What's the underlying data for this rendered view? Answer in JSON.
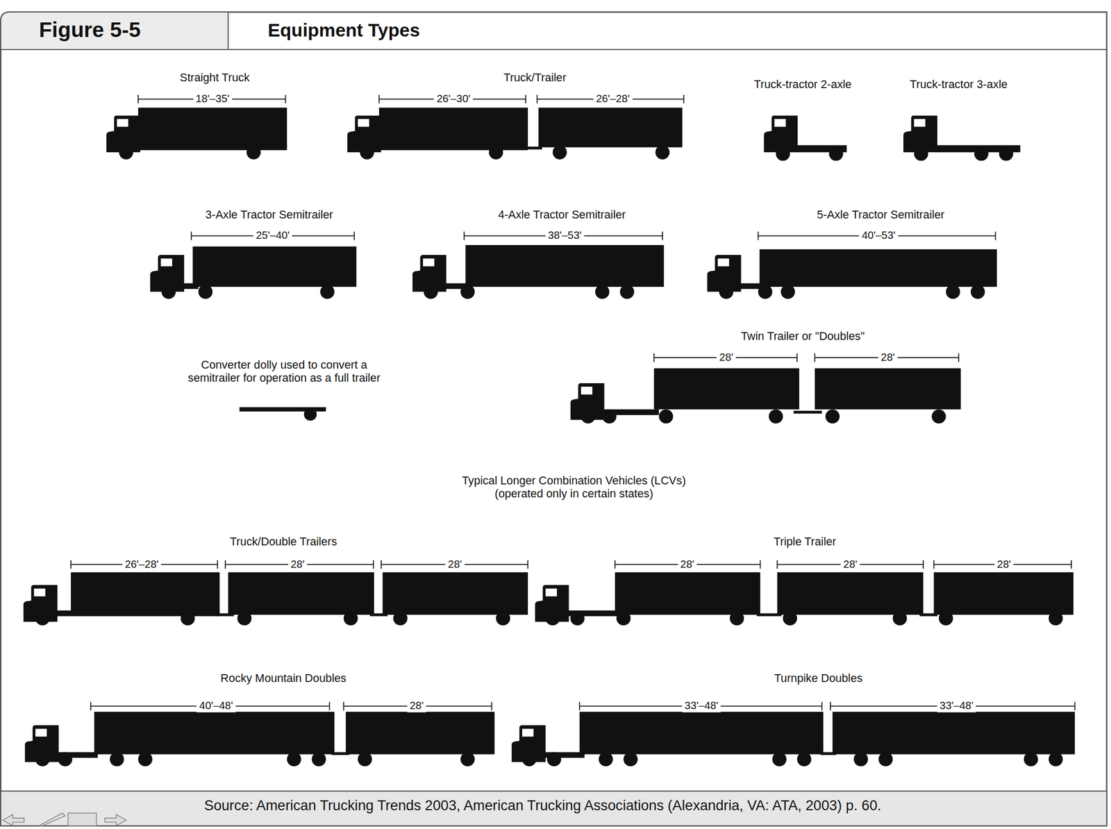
{
  "diagram": {
    "title": "Equipment Types",
    "caption": "Source: American Trucking Trends 2003, American Trucking Associations (Alexandria, VA: ATA, 2003) p. 60.",
    "labels": [
      "Figure 5-5",
      "Straight Truck",
      "18'–35'",
      "Truck/Trailer",
      "26'–30'",
      "26'–28'",
      "Truck-tractor 2-axle",
      "Truck-tractor 3-axle",
      "3-Axle Tractor Semitrailer",
      "25'–40'",
      "4-Axle Tractor Semitrailer",
      "38'–53'",
      "5-Axle Tractor Semitrailer",
      "40'–53'",
      "Converter dolly used to convert a semitrailer for operation as a full trailer",
      "Twin Trailer or \"Doubles\"",
      "28'",
      "28'",
      "Typical Longer Combination Vehicles (LCVs) (operated only in certain states)",
      "Truck/Double Trailers",
      "26'–28'",
      "28'",
      "28'",
      "Triple Trailer",
      "28'",
      "28'",
      "28'",
      "Rocky Mountain Doubles",
      "40'–48'",
      "28'",
      "Turnpike Doubles",
      "33'–48'",
      "33'–48'"
    ]
  }
}
